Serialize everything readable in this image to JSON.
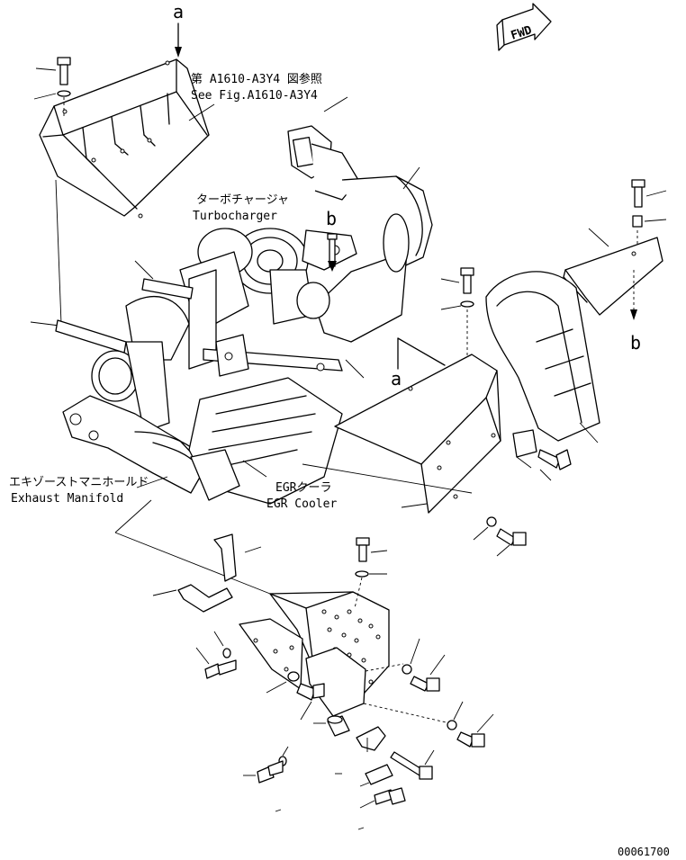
{
  "labels": {
    "ref_line1": "第 A1610-A3Y4 図参照",
    "ref_line2": "See Fig.A1610-A3Y4",
    "turbo_jp": "ターボチャージャ",
    "turbo_en": "Turbocharger",
    "exhaust_jp": "エキゾーストマニホールド",
    "exhaust_en": "Exhaust Manifold",
    "egr_jp": "EGRクーラ",
    "egr_en": "EGR Cooler",
    "fwd": "FWD",
    "marker_a": "a",
    "marker_b": "b",
    "figure_number": "00061700"
  }
}
